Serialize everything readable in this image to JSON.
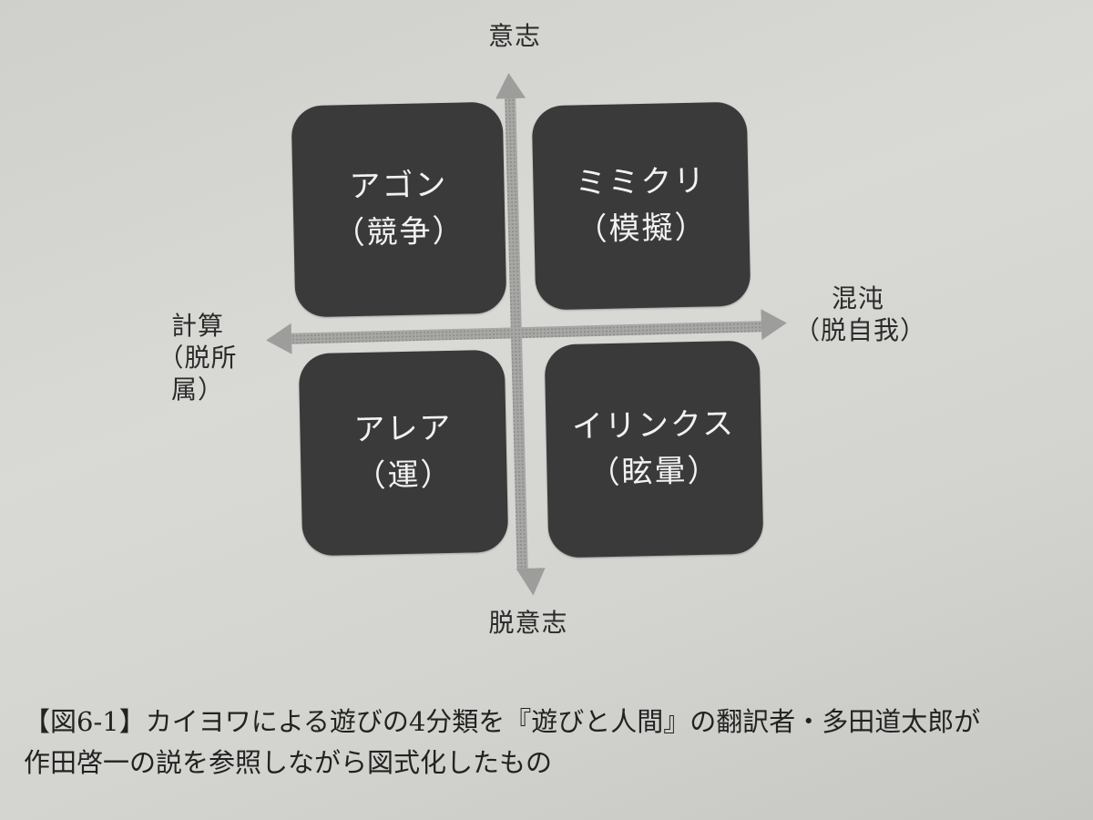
{
  "diagram": {
    "quadrants": {
      "top_left": {
        "name": "アゴン",
        "meaning": "（競争）"
      },
      "top_right": {
        "name": "ミミクリ",
        "meaning": "（模擬）"
      },
      "bottom_left": {
        "name": "アレア",
        "meaning": "（運）"
      },
      "bottom_right": {
        "name": "イリンクス",
        "meaning": "（眩暈）"
      }
    },
    "axes": {
      "top": "意志",
      "bottom": "脱意志",
      "left": {
        "line1": "計算",
        "line2": "（脱所属）"
      },
      "right": {
        "line1": "混沌",
        "line2": "（脱自我）"
      }
    }
  },
  "caption": {
    "line1": "【図6-1】カイヨワによる遊びの4分類を『遊びと人間』の翻訳者・多田道太郎が",
    "line2": "作田啓一の説を参照しながら図式化したもの"
  },
  "colors": {
    "box": "#3b3a3b",
    "arrow": "#9a9a98",
    "paper": "#d6d6d2"
  }
}
